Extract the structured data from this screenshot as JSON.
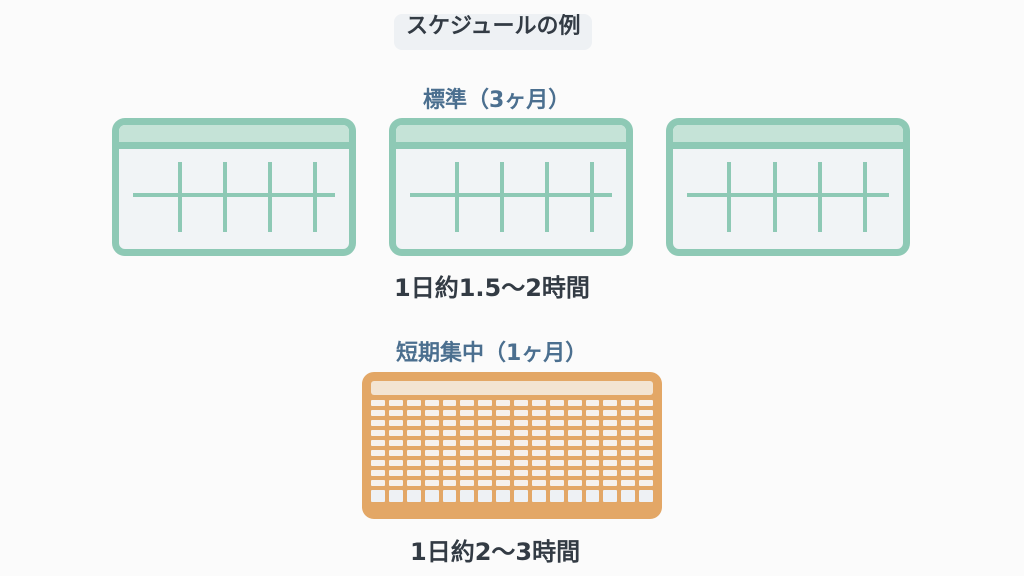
{
  "title": "スケジュールの例",
  "colors": {
    "standard": "#8ec9b5",
    "intensive": "#e3a766",
    "label_blue": "#4b6f8f",
    "text_dark": "#333b44"
  },
  "standard": {
    "label": "標準（3ヶ月）",
    "months": 3,
    "hours": "1日約1.5〜2時間"
  },
  "intensive": {
    "label": "短期集中（1ヶ月）",
    "months": 1,
    "hours": "1日約2〜3時間"
  },
  "icons": {
    "standard_calendar": "calendar-icon",
    "intensive_calendar": "dense-calendar-icon"
  }
}
